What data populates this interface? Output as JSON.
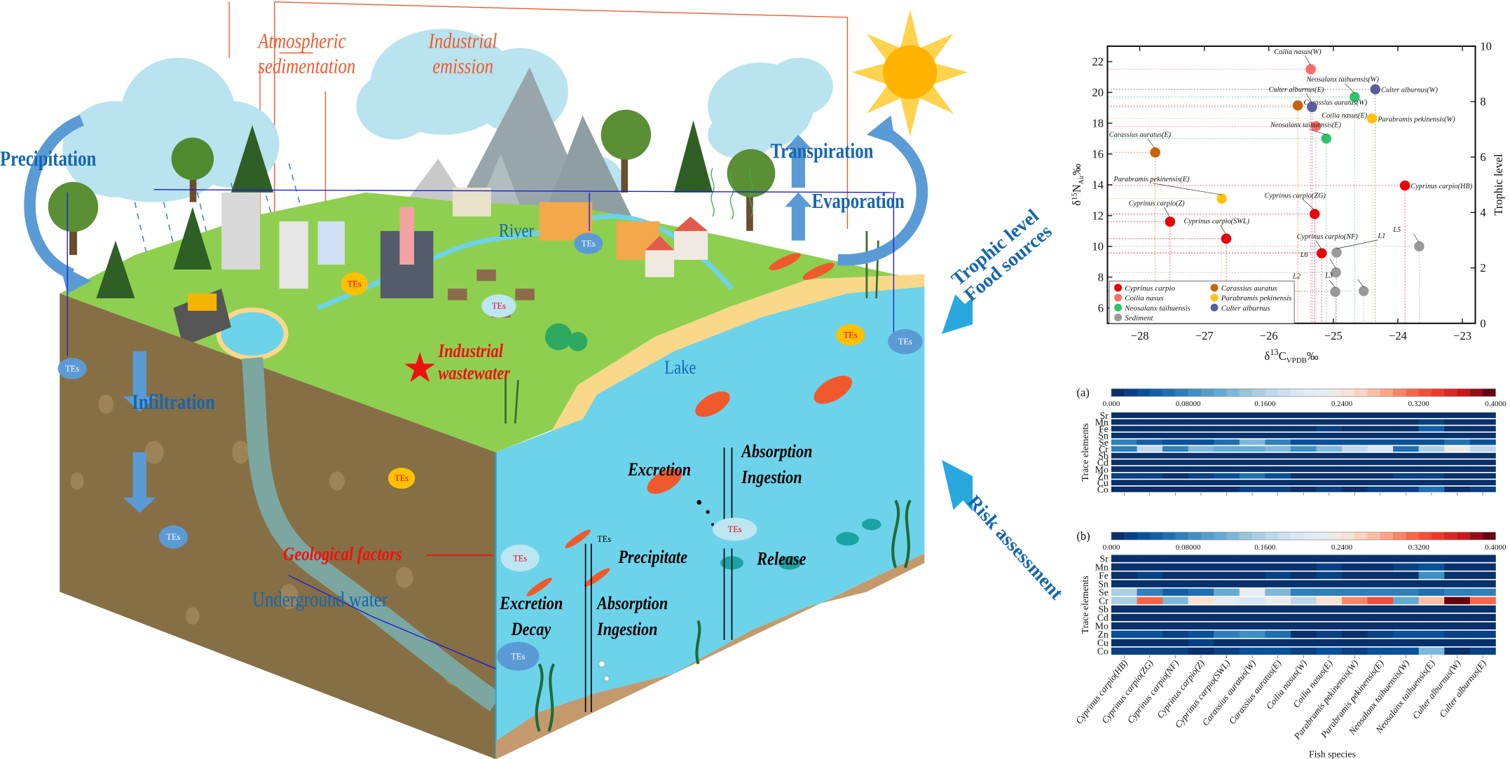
{
  "diagram": {
    "labels": {
      "atmospheric": [
        "Atmospheric",
        "sedimentation"
      ],
      "industrial_emission": [
        "Industrial",
        "emission"
      ],
      "precipitation": "Precipitation",
      "transpiration": "Transpiration",
      "evaporation": "Evaporation",
      "river": "River",
      "lake": "Lake",
      "industrial_wastewater": [
        "Industrial",
        "wastewater"
      ],
      "infiltration": "Infiltration",
      "geological": "Geological factors",
      "underground": "Underground water",
      "excretion_top": "Excretion",
      "absorption_top": [
        "Absorption",
        "Ingestion"
      ],
      "precipitate": "Precipitate",
      "release": "Release",
      "excretion_decay": [
        "Excretion",
        "Decay"
      ],
      "absorption_bottom": [
        "Absorption",
        "Ingestion"
      ],
      "trophic_arrow": [
        "Trophic level",
        "Food sources"
      ],
      "risk_arrow": "Risk assessment"
    },
    "tes_label": "TEs",
    "colors": {
      "land": "#8fcf4f",
      "soil": "#866f45",
      "water": "#6dd3ea",
      "sediment": "#c49a6c",
      "sand": "#f9d88a",
      "accent_blue": "#1565b0",
      "orange": "#f0592b",
      "red": "#ee1111"
    }
  },
  "chart_data": [
    {
      "type": "scatter",
      "xlabel": "δ13C VPDB‰",
      "xlabel_parts": [
        "δ",
        "13",
        "C",
        "VPDB",
        "‰"
      ],
      "ylabel_parts": [
        "δ",
        "15",
        "N",
        "Air",
        "‰"
      ],
      "y2label": "Trophic level",
      "xlim": [
        -28.5,
        -22.8
      ],
      "ylim": [
        5,
        23
      ],
      "y2lim": [
        0,
        10
      ],
      "xticks": [
        -28,
        -27,
        -26,
        -25,
        -24,
        -23
      ],
      "xtick_labels": [
        "−28",
        "−27",
        "−26",
        "−25",
        "−24",
        "−23"
      ],
      "yticks": [
        6,
        8,
        10,
        12,
        14,
        16,
        18,
        20,
        22
      ],
      "y2ticks": [
        0,
        2,
        4,
        6,
        8,
        10
      ],
      "legend": [
        {
          "name": "Cyprinus carpio",
          "color": "#e8000b"
        },
        {
          "name": "Carassius auratus",
          "color": "#c8620a"
        },
        {
          "name": "Coilia nasus",
          "color": "#ff6b6b"
        },
        {
          "name": "Parabramis pekinensis",
          "color": "#ffc20e"
        },
        {
          "name": "Neosalanx taihuensis",
          "color": "#2fc26a"
        },
        {
          "name": "Culter alburnus",
          "color": "#5b5b9e"
        },
        {
          "name": "Sediment",
          "color": "#9a9a9a"
        }
      ],
      "points": [
        {
          "label": "Coilia nasus(W)",
          "group": "Coilia nasus",
          "x": -25.35,
          "y": 21.5
        },
        {
          "label": "Culter alburnus(W)",
          "group": "Culter alburnus",
          "x": -24.35,
          "y": 20.2
        },
        {
          "label": "Neosalanx taihuensis(W)",
          "group": "Neosalanx taihuensis",
          "x": -24.67,
          "y": 19.7
        },
        {
          "label": "Carassius auratus(W)",
          "group": "Carassius auratus",
          "x": -25.55,
          "y": 19.15
        },
        {
          "label": "Culter alburnus(E)",
          "group": "Culter alburnus",
          "x": -25.33,
          "y": 19.05
        },
        {
          "label": "Parabramis pekinensis(W)",
          "group": "Parabramis pekinensis",
          "x": -24.4,
          "y": 18.3
        },
        {
          "label": "Coilia nasus(E)",
          "group": "Coilia nasus",
          "x": -25.27,
          "y": 17.8
        },
        {
          "label": "Neosalanx taihuensis(E)",
          "group": "Neosalanx taihuensis",
          "x": -25.11,
          "y": 17.0
        },
        {
          "label": "Carassius auratus(E)",
          "group": "Carassius auratus",
          "x": -27.76,
          "y": 16.1
        },
        {
          "label": "Cyprinus carpio(HB)",
          "group": "Cyprinus carpio",
          "x": -23.89,
          "y": 13.95
        },
        {
          "label": "Parabramis pekinensis(E)",
          "group": "Parabramis pekinensis",
          "x": -26.73,
          "y": 13.1
        },
        {
          "label": "Cyprinus carpio(ZG)",
          "group": "Cyprinus carpio",
          "x": -25.29,
          "y": 12.1
        },
        {
          "label": "Cyprinus carpio(Z)",
          "group": "Cyprinus carpio",
          "x": -27.53,
          "y": 11.6
        },
        {
          "label": "Cyprinus carpio(SWL)",
          "group": "Cyprinus carpio",
          "x": -26.66,
          "y": 10.5
        },
        {
          "label": "Cyprinus carpio(NF)",
          "group": "Cyprinus carpio",
          "x": -25.18,
          "y": 9.55
        },
        {
          "label": "L1",
          "group": "Sediment",
          "x": -24.95,
          "y": 9.6
        },
        {
          "label": "L5",
          "group": "Sediment",
          "x": -23.67,
          "y": 10.0
        },
        {
          "label": "L6",
          "group": "Sediment",
          "x": -24.96,
          "y": 8.3
        },
        {
          "label": "L2",
          "group": "Sediment",
          "x": -24.97,
          "y": 7.05
        },
        {
          "label": "L3",
          "group": "Sediment",
          "x": -24.53,
          "y": 7.1
        }
      ]
    },
    {
      "type": "heatmap",
      "panel": "(a)",
      "colorbar_range": [
        0,
        0.4
      ],
      "colorbar_tick_values": [
        0,
        0.08,
        0.16,
        0.24,
        0.32,
        0.4
      ],
      "colorbar_ticks": [
        "0.000",
        "0.08000",
        "0.1600",
        "0.2400",
        "0.3200",
        "0.4000"
      ],
      "ylabel": "Trace elements",
      "rows": [
        "Sr",
        "Mn",
        "Fe",
        "Sn",
        "Se",
        "Cr",
        "Sb",
        "Cd",
        "Mo",
        "Zn",
        "Cu",
        "Co"
      ],
      "values": [
        [
          0.005,
          0.005,
          0.005,
          0.005,
          0.005,
          0.005,
          0.005,
          0.005,
          0.005,
          0.005,
          0.005,
          0.005,
          0.005,
          0.005,
          0.005
        ],
        [
          0.005,
          0.005,
          0.005,
          0.005,
          0.005,
          0.005,
          0.005,
          0.005,
          0.005,
          0.005,
          0.005,
          0.005,
          0.02,
          0.005,
          0.005
        ],
        [
          0.005,
          0.005,
          0.005,
          0.005,
          0.005,
          0.005,
          0.005,
          0.005,
          0.02,
          0.005,
          0.005,
          0.005,
          0.05,
          0.005,
          0.005
        ],
        [
          0.005,
          0.005,
          0.005,
          0.005,
          0.005,
          0.005,
          0.005,
          0.005,
          0.005,
          0.005,
          0.005,
          0.005,
          0.005,
          0.005,
          0.005
        ],
        [
          0.07,
          0.05,
          0.03,
          0.04,
          0.06,
          0.12,
          0.07,
          0.04,
          0.04,
          0.04,
          0.04,
          0.04,
          0.04,
          0.055,
          0.04
        ],
        [
          0.07,
          0.17,
          0.07,
          0.13,
          0.11,
          0.11,
          0.12,
          0.09,
          0.13,
          0.17,
          0.19,
          0.06,
          0.15,
          0.23,
          0.17
        ],
        [
          0.005,
          0.005,
          0.005,
          0.005,
          0.005,
          0.005,
          0.005,
          0.005,
          0.005,
          0.005,
          0.005,
          0.005,
          0.005,
          0.005,
          0.005
        ],
        [
          0.005,
          0.005,
          0.005,
          0.005,
          0.005,
          0.005,
          0.005,
          0.005,
          0.005,
          0.005,
          0.005,
          0.005,
          0.005,
          0.005,
          0.005
        ],
        [
          0.005,
          0.005,
          0.005,
          0.005,
          0.005,
          0.005,
          0.005,
          0.005,
          0.005,
          0.005,
          0.005,
          0.005,
          0.005,
          0.005,
          0.005
        ],
        [
          0.02,
          0.02,
          0.01,
          0.02,
          0.04,
          0.055,
          0.035,
          0.005,
          0.005,
          0.005,
          0.005,
          0.02,
          0.02,
          0.005,
          0.005
        ],
        [
          0.005,
          0.005,
          0.005,
          0.005,
          0.005,
          0.005,
          0.005,
          0.005,
          0.005,
          0.005,
          0.005,
          0.005,
          0.005,
          0.005,
          0.005
        ],
        [
          0.005,
          0.005,
          0.005,
          0.005,
          0.005,
          0.02,
          0.02,
          0.01,
          0.02,
          0.01,
          0.02,
          0.02,
          0.06,
          0.01,
          0.02
        ]
      ]
    },
    {
      "type": "heatmap",
      "panel": "(b)",
      "colorbar_range": [
        0,
        0.4
      ],
      "colorbar_tick_values": [
        0,
        0.08,
        0.16,
        0.24,
        0.32,
        0.4
      ],
      "colorbar_ticks": [
        "0.000",
        "0.08000",
        "0.1600",
        "0.2400",
        "0.3200",
        "0.4000"
      ],
      "ylabel": "Trace elements",
      "xlabel": "Fish species",
      "rows": [
        "Sr",
        "Mn",
        "Fe",
        "Sn",
        "Se",
        "Cr",
        "Sb",
        "Cd",
        "Mo",
        "Zn",
        "Cu",
        "Co"
      ],
      "columns": [
        "Cyprinus carpio(HB)",
        "Cyprinus carpio(ZG)",
        "Cyprinus carpio(NF)",
        "Cyprinus carpio(Z)",
        "Cyprinus carpio(SWL)",
        "Carassius auratus(W)",
        "Carassius auratus(E)",
        "Coilia nasus(W)",
        "Coilia nasus(E)",
        "Parabramis pekinensis(W)",
        "Parabramis pekinensis(E)",
        "Neosalanx taihuensis(W)",
        "Neosalanx taihuensis(E)",
        "Culter alburnus(W)",
        "Culter alburnus(E)"
      ],
      "values": [
        [
          0.005,
          0.005,
          0.005,
          0.005,
          0.005,
          0.005,
          0.005,
          0.005,
          0.005,
          0.005,
          0.005,
          0.005,
          0.005,
          0.005,
          0.005
        ],
        [
          0.005,
          0.005,
          0.005,
          0.005,
          0.005,
          0.005,
          0.005,
          0.005,
          0.02,
          0.005,
          0.005,
          0.02,
          0.03,
          0.005,
          0.005
        ],
        [
          0.005,
          0.02,
          0.005,
          0.005,
          0.005,
          0.005,
          0.02,
          0.005,
          0.02,
          0.005,
          0.005,
          0.005,
          0.09,
          0.005,
          0.005
        ],
        [
          0.005,
          0.005,
          0.005,
          0.005,
          0.005,
          0.005,
          0.005,
          0.005,
          0.005,
          0.005,
          0.005,
          0.005,
          0.005,
          0.005,
          0.005
        ],
        [
          0.15,
          0.08,
          0.05,
          0.06,
          0.11,
          0.22,
          0.13,
          0.07,
          0.07,
          0.07,
          0.07,
          0.07,
          0.06,
          0.08,
          0.07
        ],
        [
          0.15,
          0.32,
          0.13,
          0.25,
          0.21,
          0.19,
          0.22,
          0.17,
          0.25,
          0.3,
          0.33,
          0.11,
          0.27,
          0.4,
          0.31
        ],
        [
          0.005,
          0.005,
          0.005,
          0.005,
          0.005,
          0.005,
          0.005,
          0.005,
          0.005,
          0.005,
          0.005,
          0.005,
          0.005,
          0.005,
          0.005
        ],
        [
          0.005,
          0.005,
          0.005,
          0.005,
          0.005,
          0.005,
          0.005,
          0.005,
          0.005,
          0.005,
          0.005,
          0.005,
          0.005,
          0.005,
          0.005
        ],
        [
          0.005,
          0.005,
          0.005,
          0.005,
          0.005,
          0.005,
          0.005,
          0.005,
          0.005,
          0.005,
          0.005,
          0.005,
          0.005,
          0.005,
          0.005
        ],
        [
          0.03,
          0.04,
          0.02,
          0.04,
          0.07,
          0.09,
          0.06,
          0.003,
          0.015,
          0.003,
          0.015,
          0.04,
          0.03,
          0.02,
          0.02
        ],
        [
          0.005,
          0.005,
          0.005,
          0.02,
          0.005,
          0.005,
          0.005,
          0.005,
          0.005,
          0.005,
          0.005,
          0.005,
          0.005,
          0.005,
          0.005
        ],
        [
          0.015,
          0.015,
          0.015,
          0.002,
          0.015,
          0.03,
          0.03,
          0.015,
          0.03,
          0.015,
          0.03,
          0.03,
          0.12,
          0.003,
          0.015
        ]
      ]
    }
  ],
  "colormap": [
    "#08306b",
    "#08519c",
    "#2171b5",
    "#4292c6",
    "#6baed6",
    "#9ecae1",
    "#c6dbef",
    "#deebf7",
    "#e8eeee",
    "#fddbc7",
    "#fcae91",
    "#fb6a4a",
    "#ef3b2c",
    "#cb181d",
    "#67000d"
  ]
}
